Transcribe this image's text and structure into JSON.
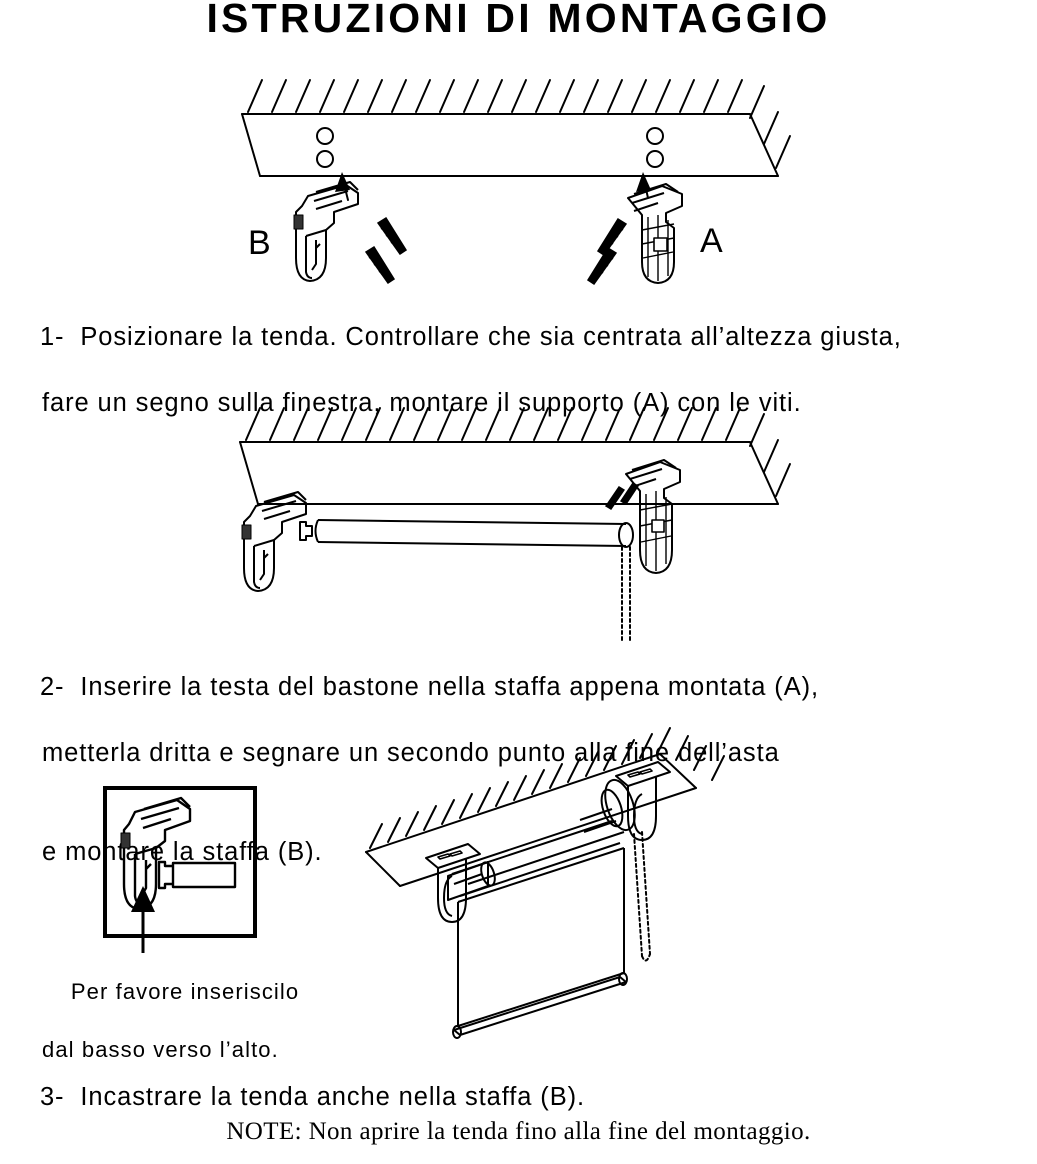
{
  "document": {
    "title": "ISTRUZIONI DI MONTAGGIO",
    "language": "it",
    "background_color": "#ffffff",
    "ink_color": "#000000"
  },
  "steps": [
    {
      "number": "1-",
      "line1": "1-  Posizionare la tenda. Controllare che sia centrata all’altezza giusta,",
      "line2": "fare un segno sulla finestra, montare il supporto (A) con le viti.",
      "full_text": "1- Posizionare la tenda. Controllare che sia centrata all’altezza giusta, fare un segno sulla finestra, montare il supporto (A) con le viti."
    },
    {
      "number": "2-",
      "line1": "2-  Inserire la testa del bastone nella staffa appena montata (A),",
      "line2": "metterla dritta e segnare un secondo punto alla fine dell’asta",
      "line3": "e montare la staffa (B).",
      "full_text": "2- Inserire la testa del bastone nella staffa appena montata (A), metterla dritta e segnare un secondo punto alla fine dell’asta e montare la staffa (B)."
    },
    {
      "number": "3-",
      "line1": "3-  Incastrare la tenda anche nella staffa (B).",
      "full_text": "3- Incastrare la tenda anche nella staffa (B)."
    }
  ],
  "inset": {
    "caption_line1": "Per favore inseriscilo",
    "caption_line2": "dal basso verso l’alto.",
    "caption_full": "Per favore inseriscilo dal basso verso l’alto."
  },
  "figures": {
    "figure1": {
      "label_left": "B",
      "label_right": "A",
      "description": "Soffitto tratteggiato con due coppie di fori, staffa B a sinistra, staffa A a destra, frecce verso l’alto e viti."
    },
    "figure2": {
      "description": "Bastone avvolgibile inserito nella staffa A montata a destra, staffa B libera a sinistra, catenella a sfere."
    },
    "figure3_inset": {
      "description": "Dettaglio: staffa B con il bastone, freccia che indica l’inserimento dal basso verso l’alto."
    },
    "figure3_main": {
      "description": "Tenda a rullo montata sulle due staffe al soffitto, telo disteso e catenella a sfere sul lato destro."
    }
  },
  "note": {
    "text": "NOTE: Non aprire la tenda fino alla fine del montaggio."
  }
}
